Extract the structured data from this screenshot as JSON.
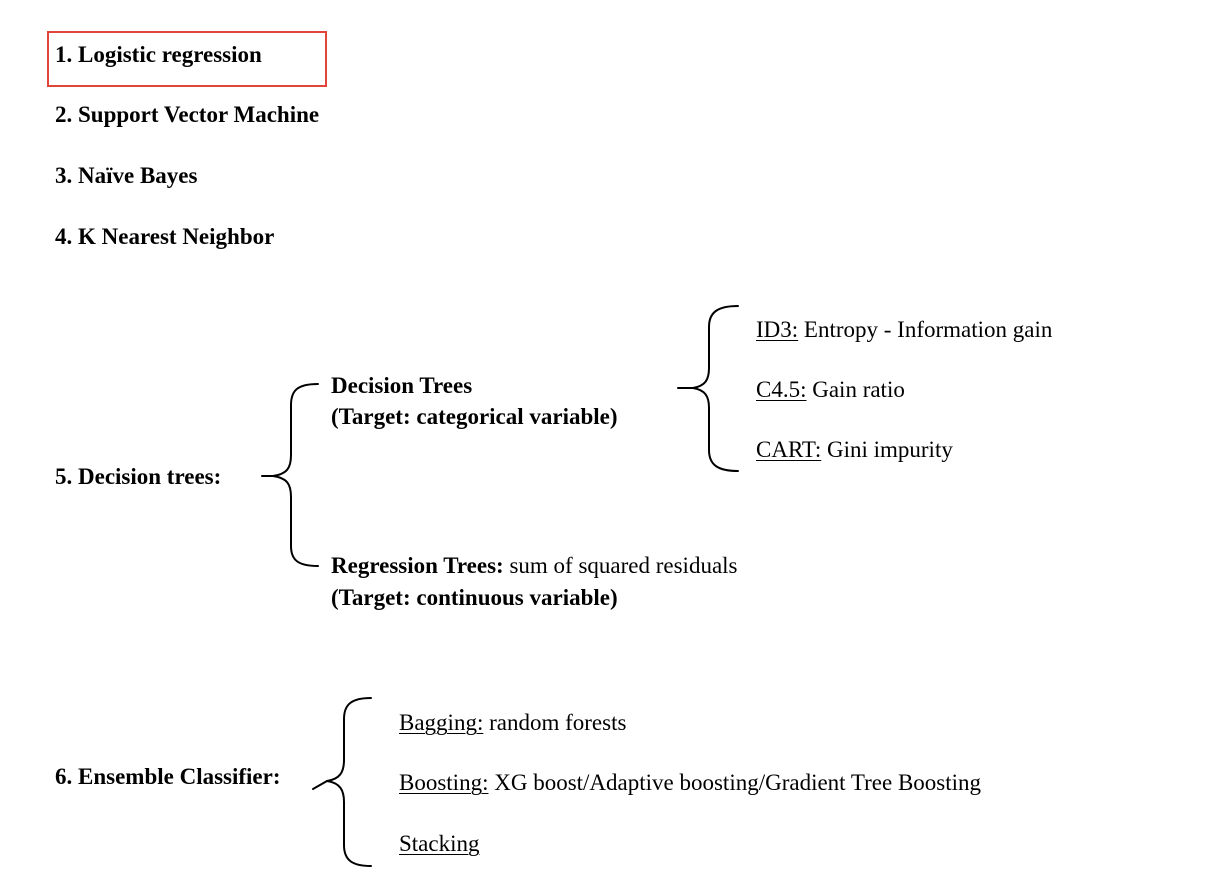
{
  "items": {
    "item1": "1. Logistic regression",
    "item2": "2. Support Vector Machine",
    "item3": "3. Naïve Bayes",
    "item4": "4. K Nearest Neighbor",
    "item5": "5. Decision trees:",
    "item6": "6. Ensemble Classifier:"
  },
  "decision_trees": {
    "classification": {
      "title": "Decision Trees",
      "target": "(Target: categorical variable)",
      "algorithms": [
        {
          "name": "ID3:",
          "description": "Entropy - Information gain"
        },
        {
          "name": "C4.5:",
          "description": "Gain ratio"
        },
        {
          "name": "CART:",
          "description": "Gini impurity"
        }
      ]
    },
    "regression": {
      "title": "Regression Trees:",
      "description": "sum of squared residuals",
      "target": "(Target: continuous variable)"
    }
  },
  "ensemble": {
    "methods": [
      {
        "name": "Bagging:",
        "description": "random forests"
      },
      {
        "name": "Boosting:",
        "description": "XG boost/Adaptive boosting/Gradient Tree Boosting"
      },
      {
        "name": "Stacking",
        "description": ""
      }
    ]
  },
  "colors": {
    "highlight": "#e0443a",
    "text": "#000000"
  }
}
